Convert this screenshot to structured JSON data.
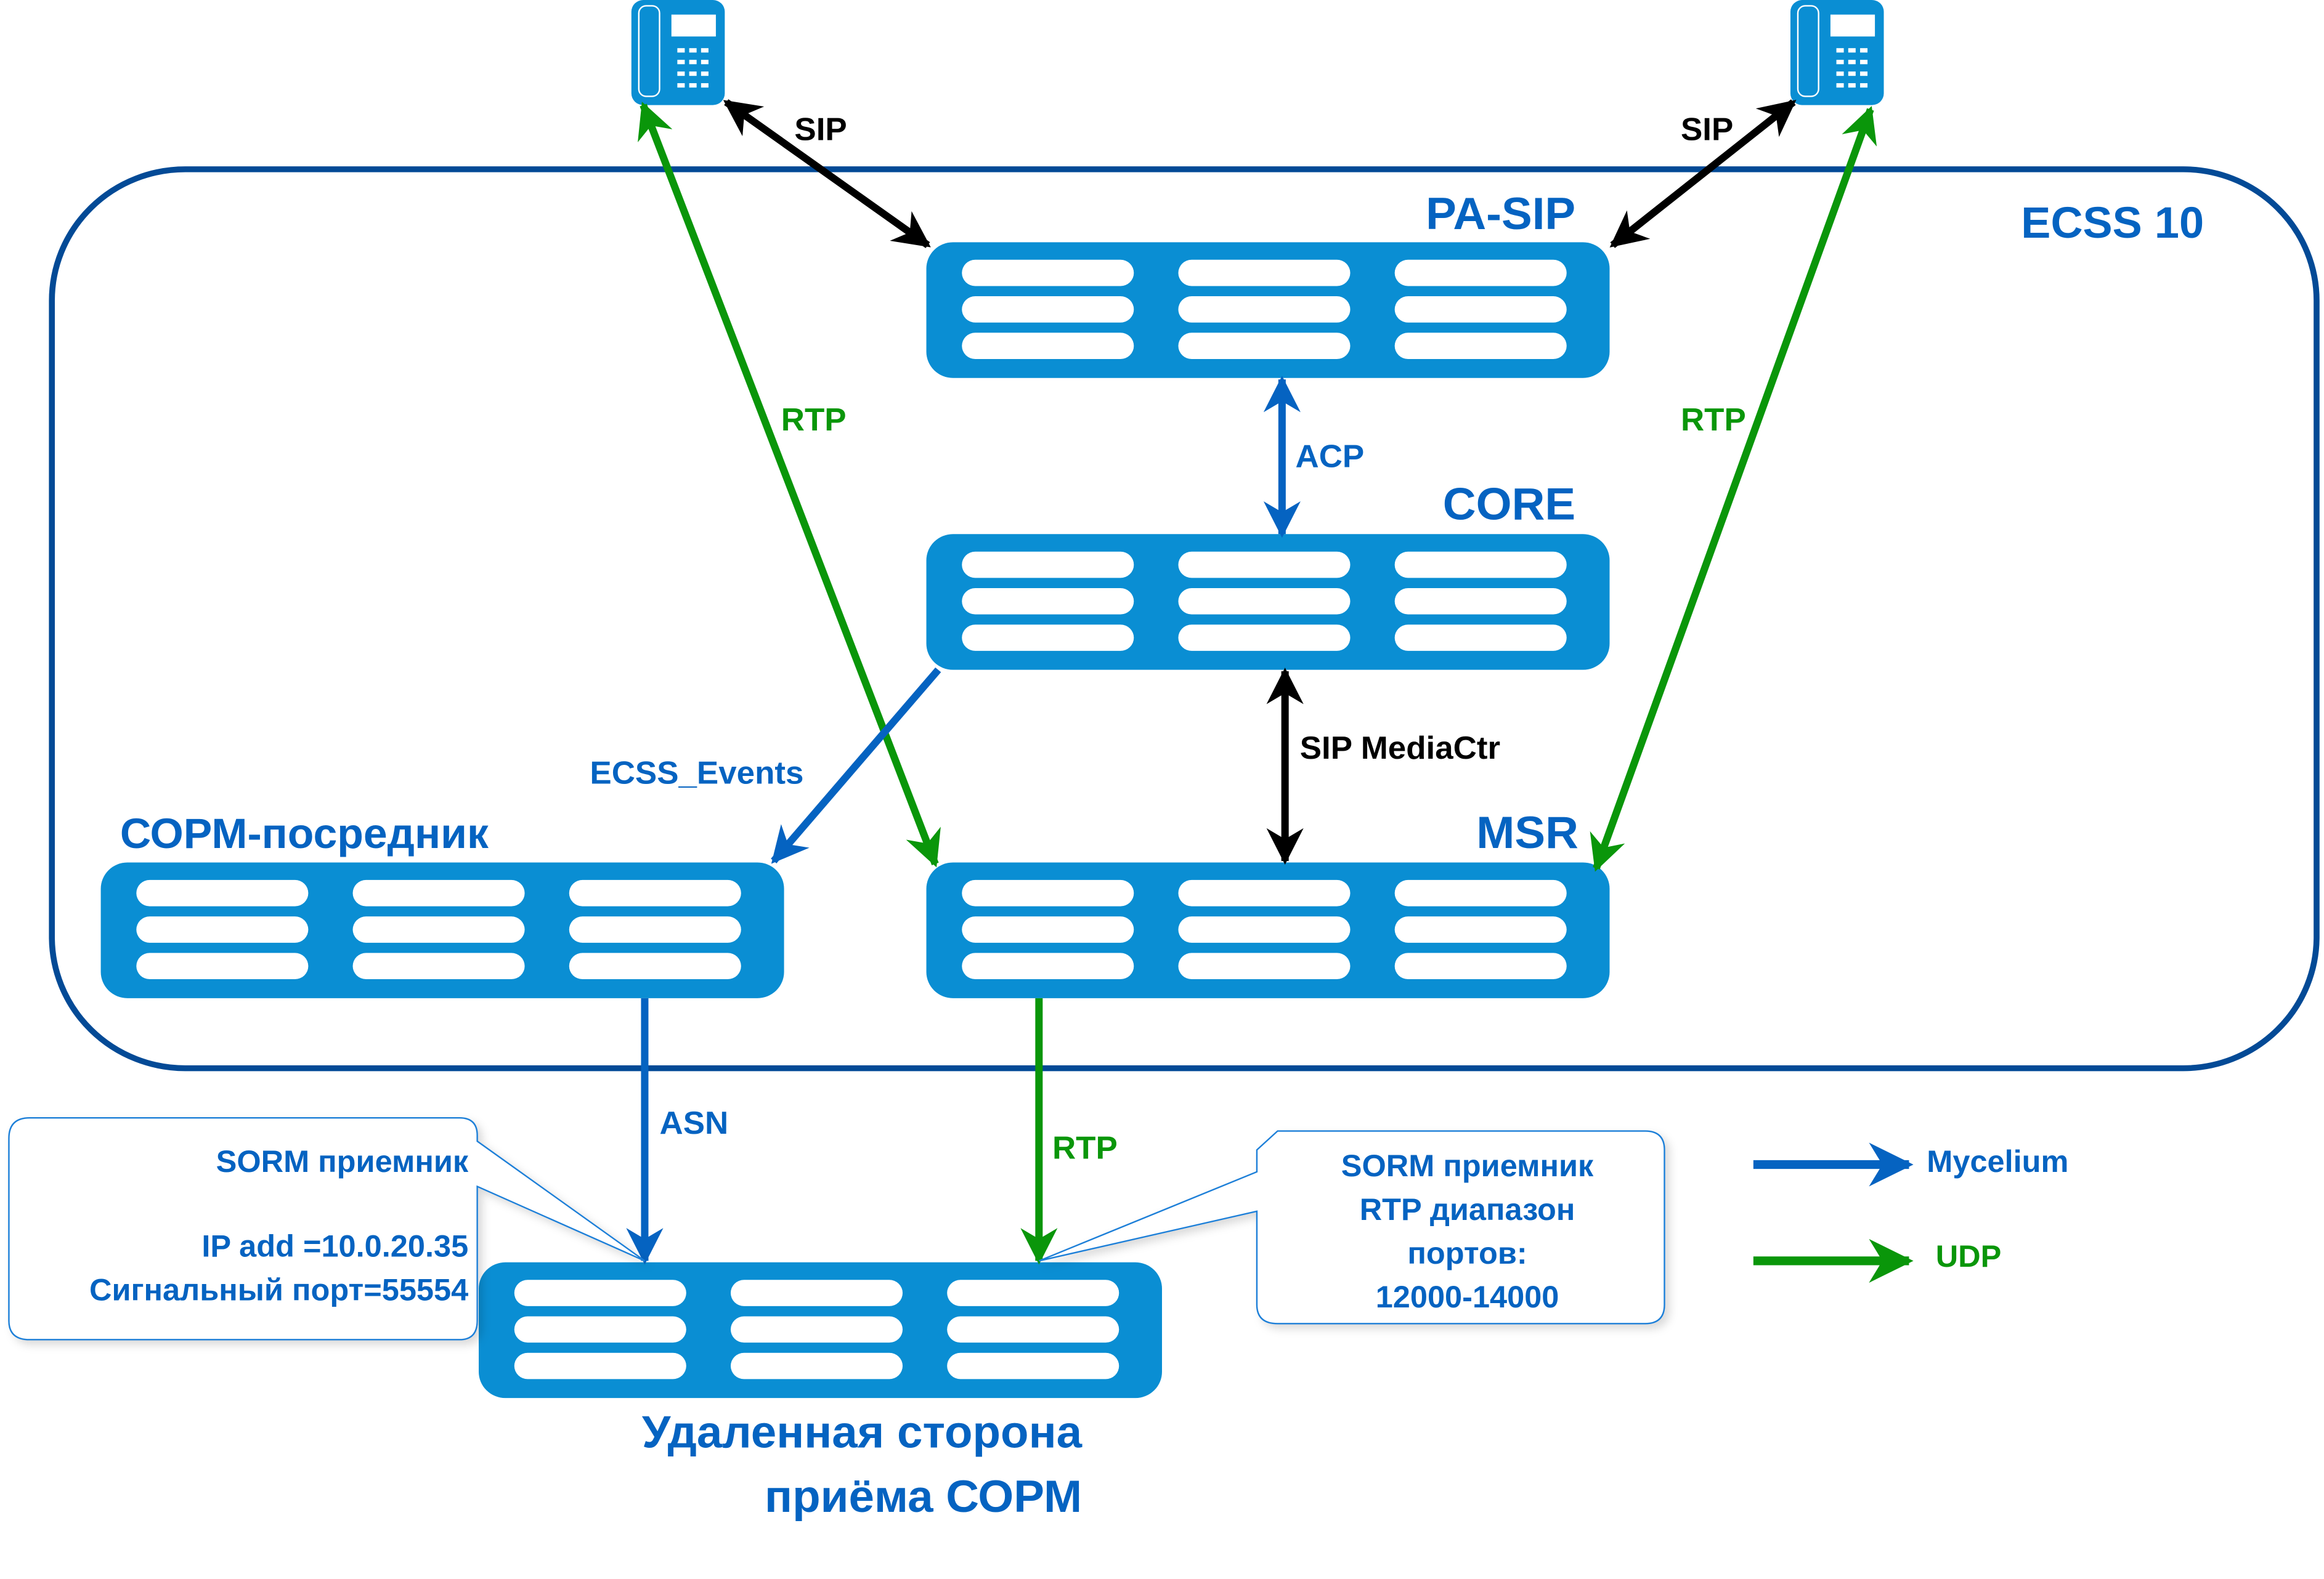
{
  "colors": {
    "server_fill": "#0a8ed3",
    "server_slot": "#ffffff",
    "container_border": "#034a96",
    "blue": "#0563c1",
    "green": "#0a960a",
    "black": "#000000",
    "callout_border": "#1f7fd8"
  },
  "container": {
    "label": "ECSS 10"
  },
  "nodes": {
    "pa_sip": {
      "label": "PA-SIP"
    },
    "core": {
      "label": "CORE"
    },
    "msr": {
      "label": "MSR"
    },
    "sorm_proxy": {
      "label": "СОРМ-посредник"
    },
    "remote": {
      "label_line1": "Удаленная сторона",
      "label_line2": "приёма СОРМ"
    }
  },
  "phones": [
    {
      "name": "phone-left",
      "icon": "desk-phone-icon"
    },
    {
      "name": "phone-right",
      "icon": "desk-phone-icon"
    }
  ],
  "links": {
    "sip_left": "SIP",
    "sip_right": "SIP",
    "rtp_left": "RTP",
    "rtp_right": "RTP",
    "acp": "ACP",
    "sip_mediactr": "SIP MediaCtr",
    "ecss_events": "ECSS_Events",
    "asn": "ASN",
    "rtp_bottom": "RTP"
  },
  "callouts": {
    "left": {
      "line1": "SORM приемник",
      "line2": "IP add =10.0.20.35",
      "line3": "Сигнальный порт=55554"
    },
    "right": {
      "line1": "SORM приемник",
      "line2": "RTP диапазон",
      "line3": "портов:",
      "line4": "12000-14000"
    }
  },
  "legend": [
    {
      "label": "Mycelium",
      "color": "#0563c1"
    },
    {
      "label": "UDP",
      "color": "#0a960a"
    }
  ]
}
